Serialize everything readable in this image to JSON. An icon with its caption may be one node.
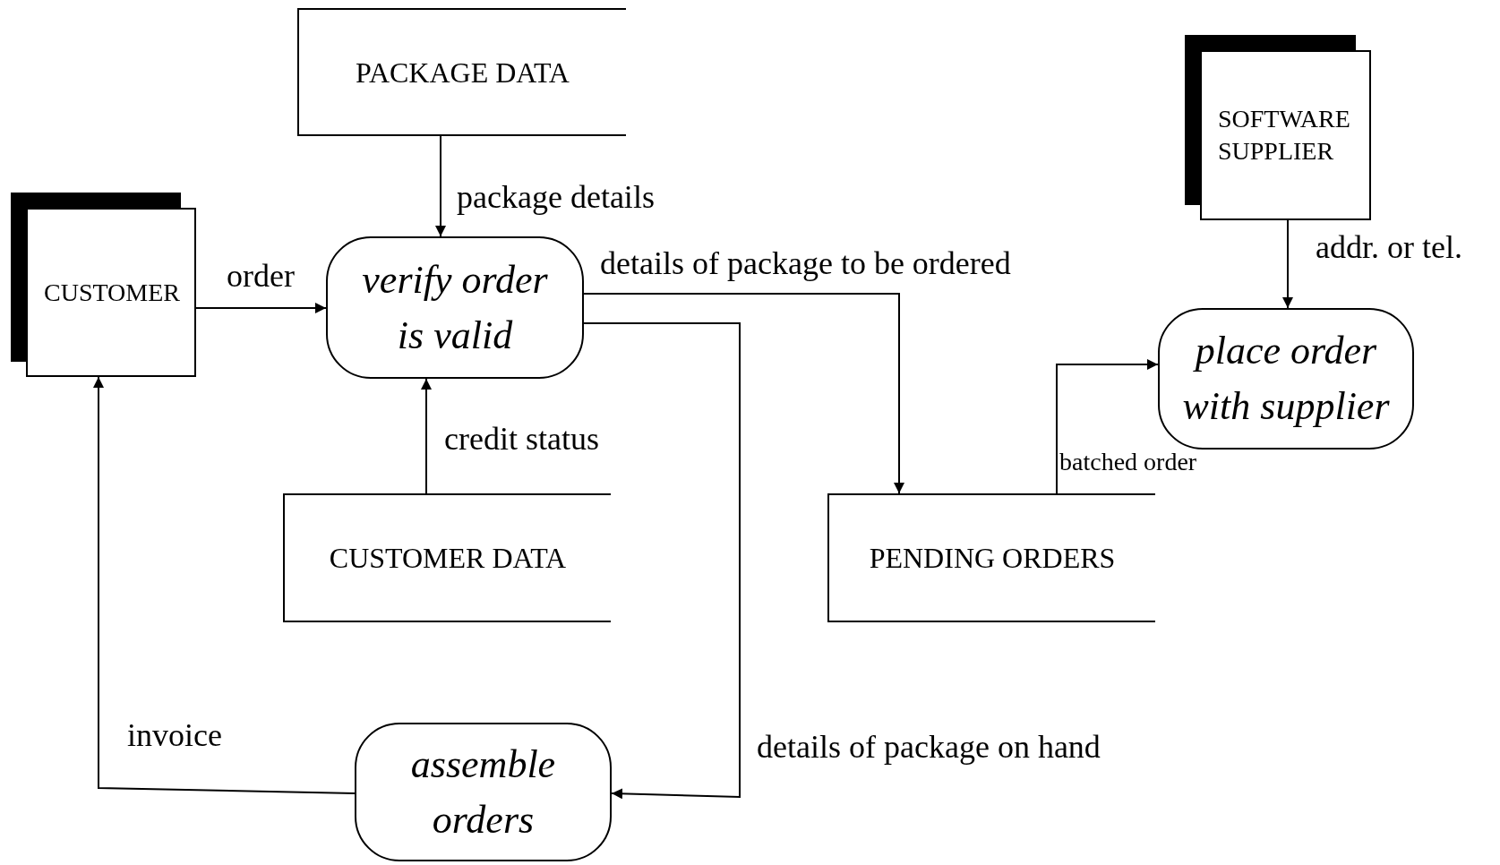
{
  "diagram": {
    "nodes": [
      {
        "text": [
          "PACKAGE DATA"
        ]
      },
      {
        "text": [
          "CUSTOMER"
        ]
      },
      {
        "text": [
          "verify order is valid"
        ]
      },
      {
        "text": [
          "SOFTWARE SUPPLIER"
        ]
      },
      {
        "text": [
          "place order with supplier"
        ]
      },
      {
        "text": [
          "CUSTOMER DATA"
        ]
      },
      {
        "text": [
          "PENDING ORDERS"
        ]
      },
      {
        "text": [
          "assemble orders"
        ]
      }
    ],
    "edges": [
      {
        "from": 0,
        "to": 2,
        "arrow": "to",
        "label": "package details"
      },
      {
        "from": 1,
        "to": 2,
        "arrow": "to",
        "label": "order"
      },
      {
        "from": 5,
        "to": 2,
        "arrow": "to",
        "label": "credit status"
      },
      {
        "from": 2,
        "to": 6,
        "arrow": "to",
        "label": "details of package to be ordered"
      },
      {
        "from": 2,
        "to": 7,
        "arrow": "to",
        "label": "details of package on hand"
      },
      {
        "from": 6,
        "to": 4,
        "arrow": "to",
        "label": "batched order"
      },
      {
        "from": 3,
        "to": 4,
        "arrow": "to",
        "label": "addr. or tel."
      },
      {
        "from": 7,
        "to": 1,
        "arrow": "to",
        "label": "invoice"
      }
    ]
  }
}
